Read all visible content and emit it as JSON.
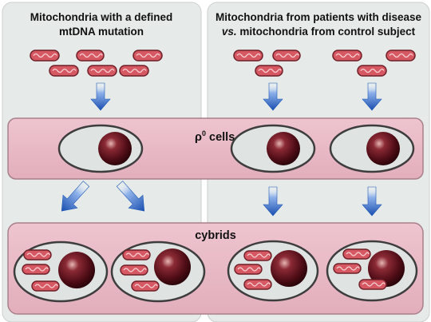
{
  "left_panel": {
    "title_line1": "Mitochondria with a defined",
    "title_line2": "mtDNA mutation"
  },
  "right_panel": {
    "title_line1": "Mitochondria from patients with disease",
    "title_line2_italic": "vs.",
    "title_line2_rest": " mitochondria from control subject"
  },
  "rho_band": {
    "label_rho": "ρ",
    "label_superscript": "0",
    "label_rest": " cells"
  },
  "cybrid_band": {
    "label": "cybrids"
  },
  "colors": {
    "panel_bg": "#e6ebe9",
    "band_fill": "#e8b8c3",
    "band_stroke": "#a9808a",
    "cell_fill": "#dfe4e2",
    "cell_stroke": "#3d3d3d",
    "mito_fill": "#d65863",
    "mito_stroke": "#6e1e27",
    "arrow": "#1e58b6",
    "nucleus": "#5a0f1a"
  }
}
